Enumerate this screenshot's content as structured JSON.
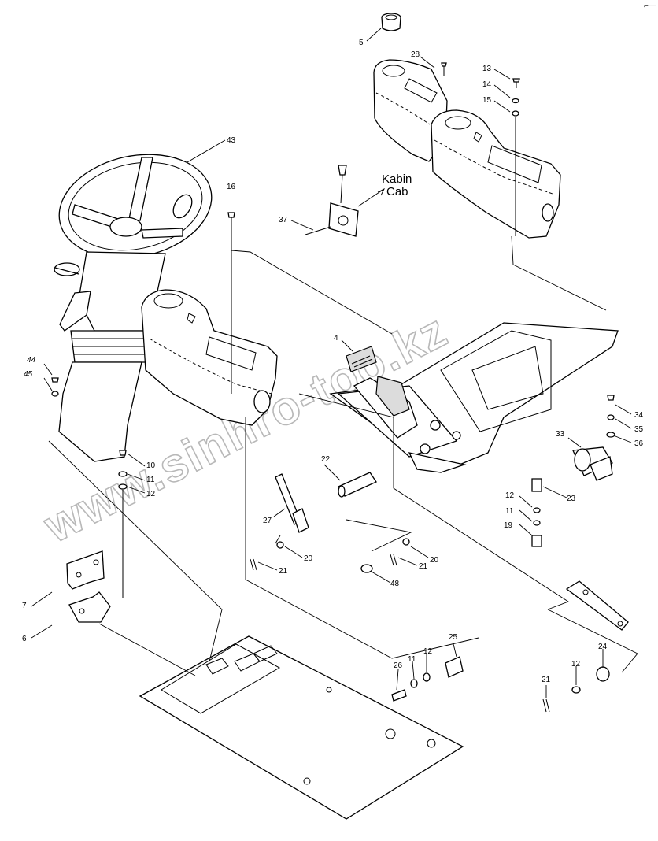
{
  "corner_mark": "⌐—",
  "destination": {
    "line1": "Kabin",
    "line2": "Cab"
  },
  "watermark": "www.sinhro-too.kz",
  "callouts": {
    "c5": "5",
    "c28": "28",
    "c13": "13",
    "c14": "14",
    "c15": "15",
    "c43": "43",
    "c16": "16",
    "c37": "37",
    "c4": "4",
    "c44": "44",
    "c45": "45",
    "c10": "10",
    "c11a": "11",
    "c12a": "12",
    "c22": "22",
    "c27": "27",
    "c20a": "20",
    "c21a": "21",
    "c20b": "20",
    "c21b": "21",
    "c48": "48",
    "c33": "33",
    "c34": "34",
    "c35": "35",
    "c36": "36",
    "c23": "23",
    "c12b": "12",
    "c11b": "11",
    "c19": "19",
    "c7": "7",
    "c6": "6",
    "c25": "25",
    "c26": "26",
    "c11c": "11",
    "c12c": "12",
    "c24": "24",
    "c12d": "12",
    "c21c": "21"
  }
}
